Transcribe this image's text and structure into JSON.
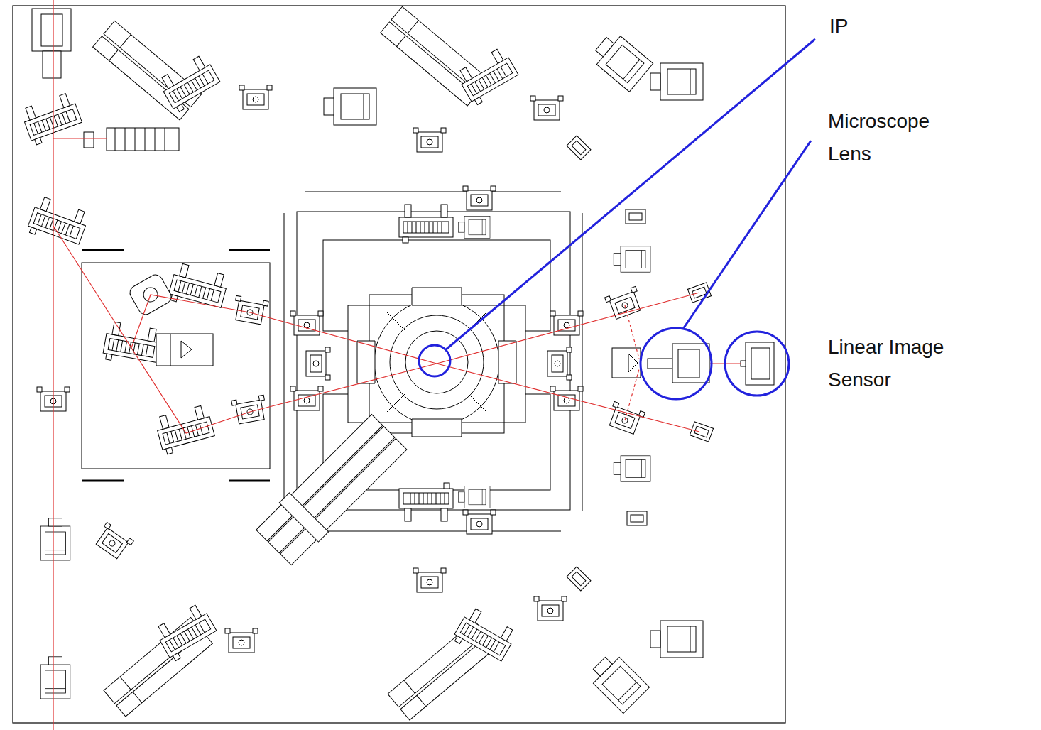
{
  "diagram": {
    "labels": [
      "IP",
      "Microscope Lens",
      "Linear Image Sensor"
    ]
  }
}
